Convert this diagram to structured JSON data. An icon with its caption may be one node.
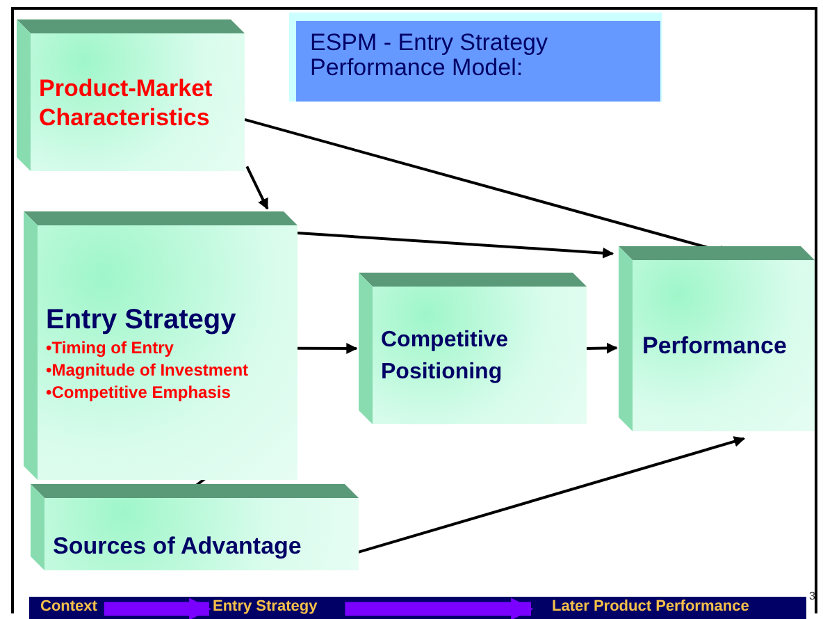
{
  "diagram": {
    "title": "ESPM - Entry Strategy Performance Model:",
    "nodes": [
      {
        "text": [
          "Product-Market Characteristics"
        ]
      },
      {
        "text": [
          "Entry Strategy",
          "•Timing of Entry",
          "•Magnitude of Investment",
          "•Competitive Emphasis"
        ]
      },
      {
        "text": [
          "Competitive Positioning"
        ]
      },
      {
        "text": [
          "Performance"
        ]
      },
      {
        "text": [
          "Sources of Advantage"
        ]
      },
      {
        "text": [
          "Context"
        ]
      },
      {
        "text": [
          "Entry Strategy"
        ]
      },
      {
        "text": [
          "Later Product  Performance"
        ]
      }
    ],
    "edges": [
      {
        "from": 0,
        "to": 3,
        "arrow": "to"
      },
      {
        "from": 0,
        "to": 1,
        "arrow": "to"
      },
      {
        "from": 1,
        "to": 3,
        "arrow": "to"
      },
      {
        "from": 1,
        "to": 2,
        "arrow": "to"
      },
      {
        "from": 2,
        "to": 3,
        "arrow": "to"
      },
      {
        "from": 4,
        "to": 1,
        "arrow": "to"
      },
      {
        "from": 4,
        "to": 3,
        "arrow": "to"
      },
      {
        "from": 5,
        "to": 6,
        "arrow": "to",
        "style": "thick",
        "color": "#7a00ff"
      },
      {
        "from": 6,
        "to": 7,
        "arrow": "to",
        "style": "thick",
        "color": "#7a00ff"
      }
    ],
    "labels": [
      "3"
    ]
  }
}
